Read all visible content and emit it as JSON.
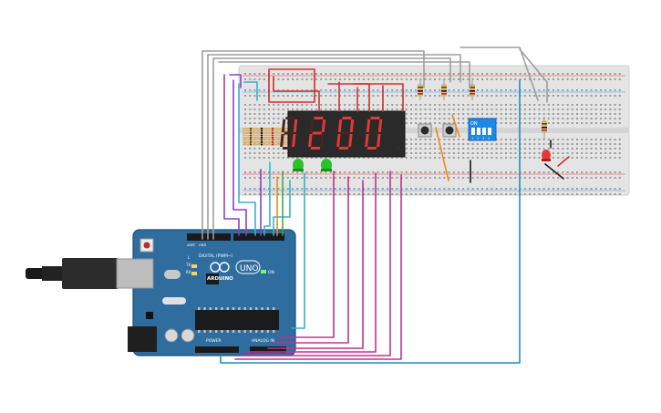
{
  "digits": [
    "1",
    "2",
    "0",
    "0"
  ],
  "arduino": {
    "brand": "ARDUINO",
    "model": "UNO",
    "digital_label": "DIGITAL (PWM~)",
    "power_label": "POWER",
    "analog_label": "ANALOG IN",
    "on_label": "ON",
    "tx_label": "TX",
    "rx_label": "RX",
    "l_label": "L",
    "aref_label": "AREF",
    "gnd_label": "GND"
  },
  "dip_switch": {
    "on_label": "ON",
    "numbers": [
      "1",
      "2",
      "3",
      "4"
    ]
  },
  "colors": {
    "breadboard": "#e4e4e4",
    "arduino_board": "#2f6d9f",
    "segment_on": "#e53935",
    "display_body": "#2a2a2a",
    "wire_red": "#d32f2f",
    "wire_purple": "#8e3fbf",
    "wire_magenta": "#c2318f",
    "wire_cyan": "#35b2c8",
    "wire_blue": "#1f8dbf",
    "wire_orange": "#f08a1c",
    "wire_green": "#3fae3f",
    "wire_gray": "#9e9e9e",
    "led_green": "#27c427",
    "led_red": "#e53935",
    "dip_blue": "#1e88e5"
  }
}
